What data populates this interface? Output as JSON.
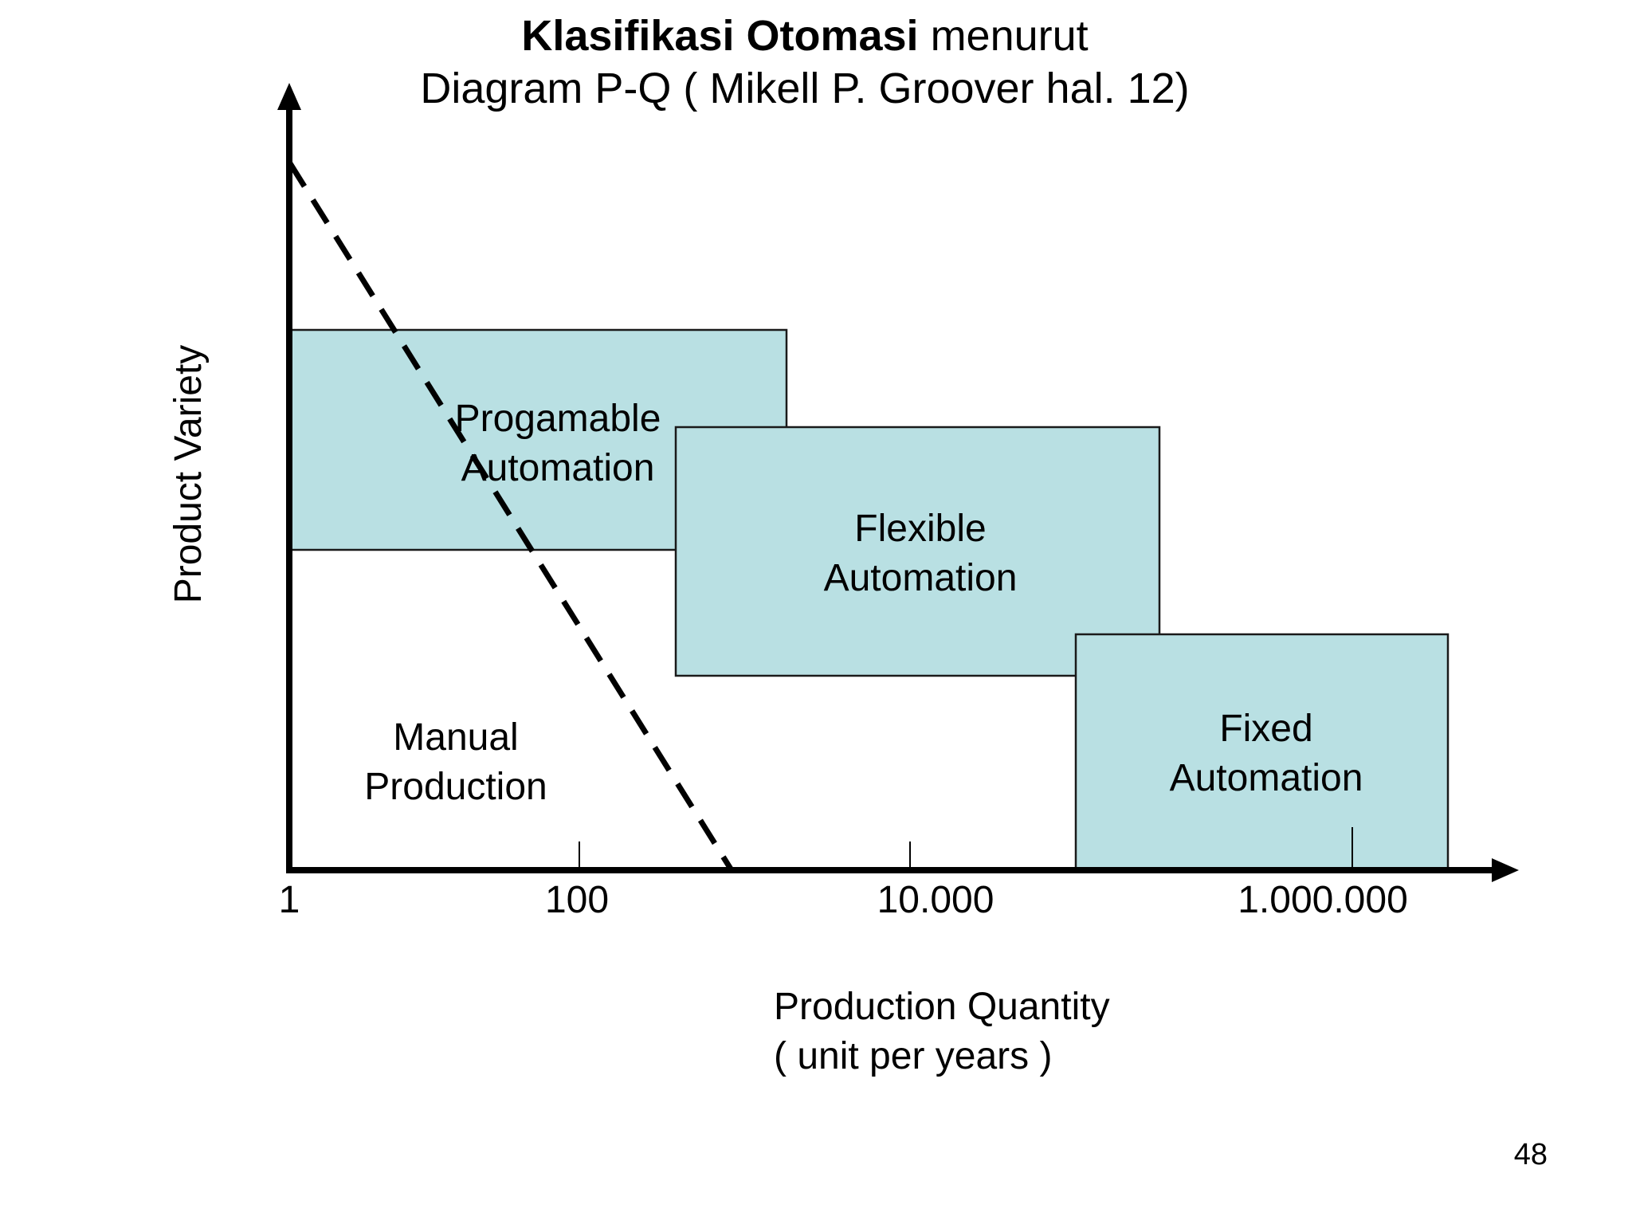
{
  "title": {
    "bold": "Klasifikasi Otomasi",
    "normal": "menurut",
    "subtitle": "Diagram P-Q ( Mikell P. Groover hal. 12)"
  },
  "axes": {
    "y_label": "Product Variety",
    "x_label_line1": "Production Quantity",
    "x_label_line2": "( unit per years )",
    "x_ticks": [
      "1",
      "100",
      "10.000",
      "1.000.000"
    ],
    "x_scale": "log"
  },
  "regions": {
    "programmable": {
      "line1": "Progamable",
      "line2": "Automation"
    },
    "flexible": {
      "line1": "Flexible",
      "line2": "Automation"
    },
    "fixed": {
      "line1": "Fixed",
      "line2": "Automation"
    },
    "manual": {
      "line1": "Manual",
      "line2": "Production"
    }
  },
  "colors": {
    "box_fill": "#b9e0e3",
    "box_stroke": "#1a1a1a",
    "axis": "#000000",
    "dashed_line": "#000000"
  },
  "page_number": "48"
}
